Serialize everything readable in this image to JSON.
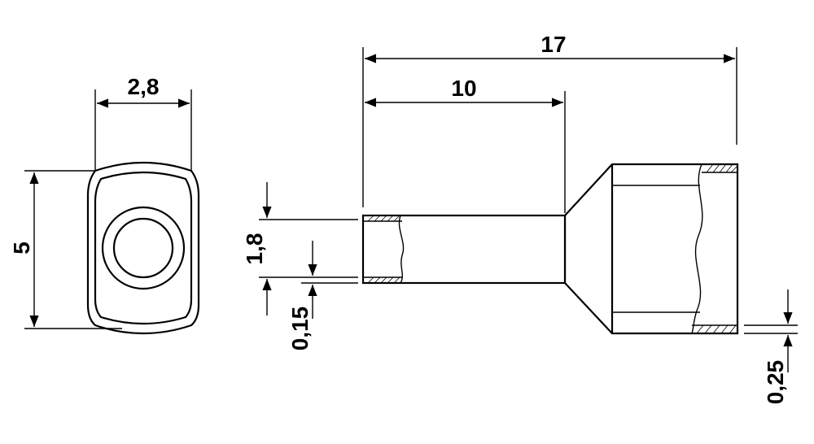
{
  "colors": {
    "line": "#000000",
    "body_fill": "#ffffff",
    "background": "#ffffff"
  },
  "dimensions": {
    "width_end_view": "2,8",
    "height_end_view": "5",
    "sleeve_length": "10",
    "total_length": "17",
    "sleeve_diameter": "1,8",
    "sleeve_wall": "0,15",
    "collar_wall": "0,25"
  }
}
